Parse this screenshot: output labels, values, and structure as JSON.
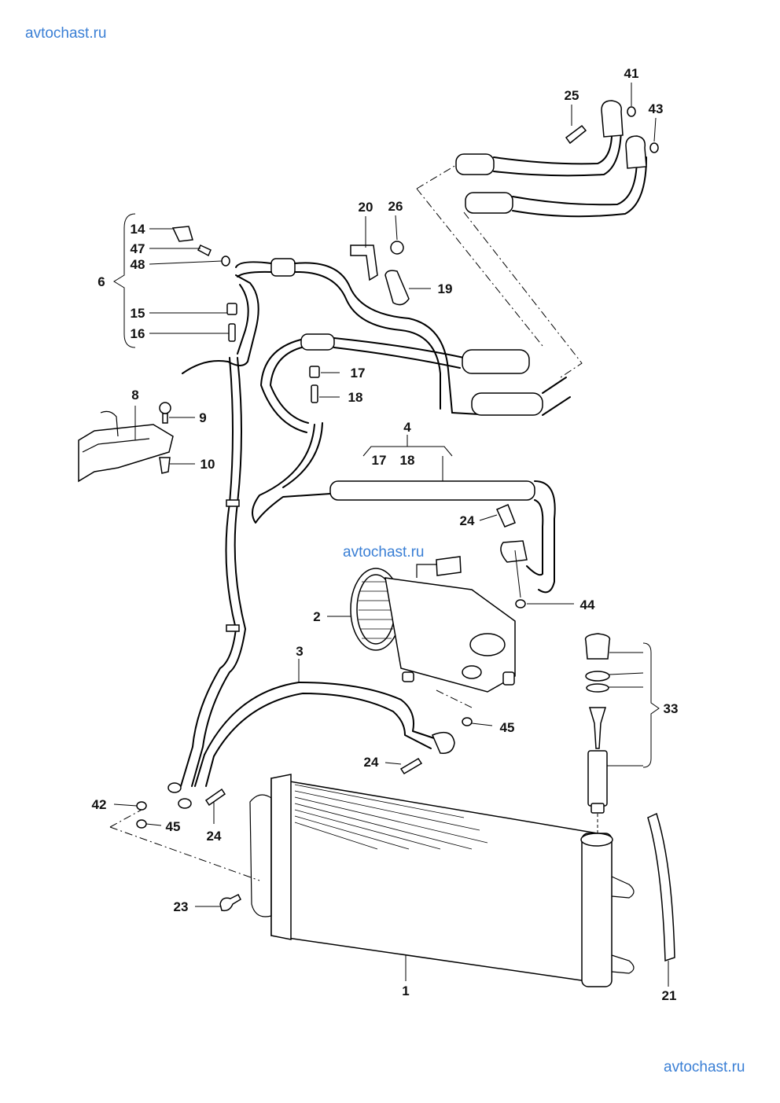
{
  "watermarks": {
    "top": "avtochast.ru",
    "middle": "avtochast.ru",
    "bottom": "avtochast.ru"
  },
  "callouts": {
    "c1": "1",
    "c2": "2",
    "c3": "3",
    "c4": "4",
    "c6": "6",
    "c8": "8",
    "c9": "9",
    "c10": "10",
    "c14": "14",
    "c15": "15",
    "c16": "16",
    "c17a": "17",
    "c17b": "17",
    "c18a": "18",
    "c18b": "18",
    "c19": "19",
    "c20": "20",
    "c21": "21",
    "c23": "23",
    "c24a": "24",
    "c24b": "24",
    "c24c": "24",
    "c25": "25",
    "c26": "26",
    "c33": "33",
    "c41": "41",
    "c42": "42",
    "c43": "43",
    "c44": "44",
    "c45a": "45",
    "c45b": "45",
    "c47": "47",
    "c48": "48"
  }
}
